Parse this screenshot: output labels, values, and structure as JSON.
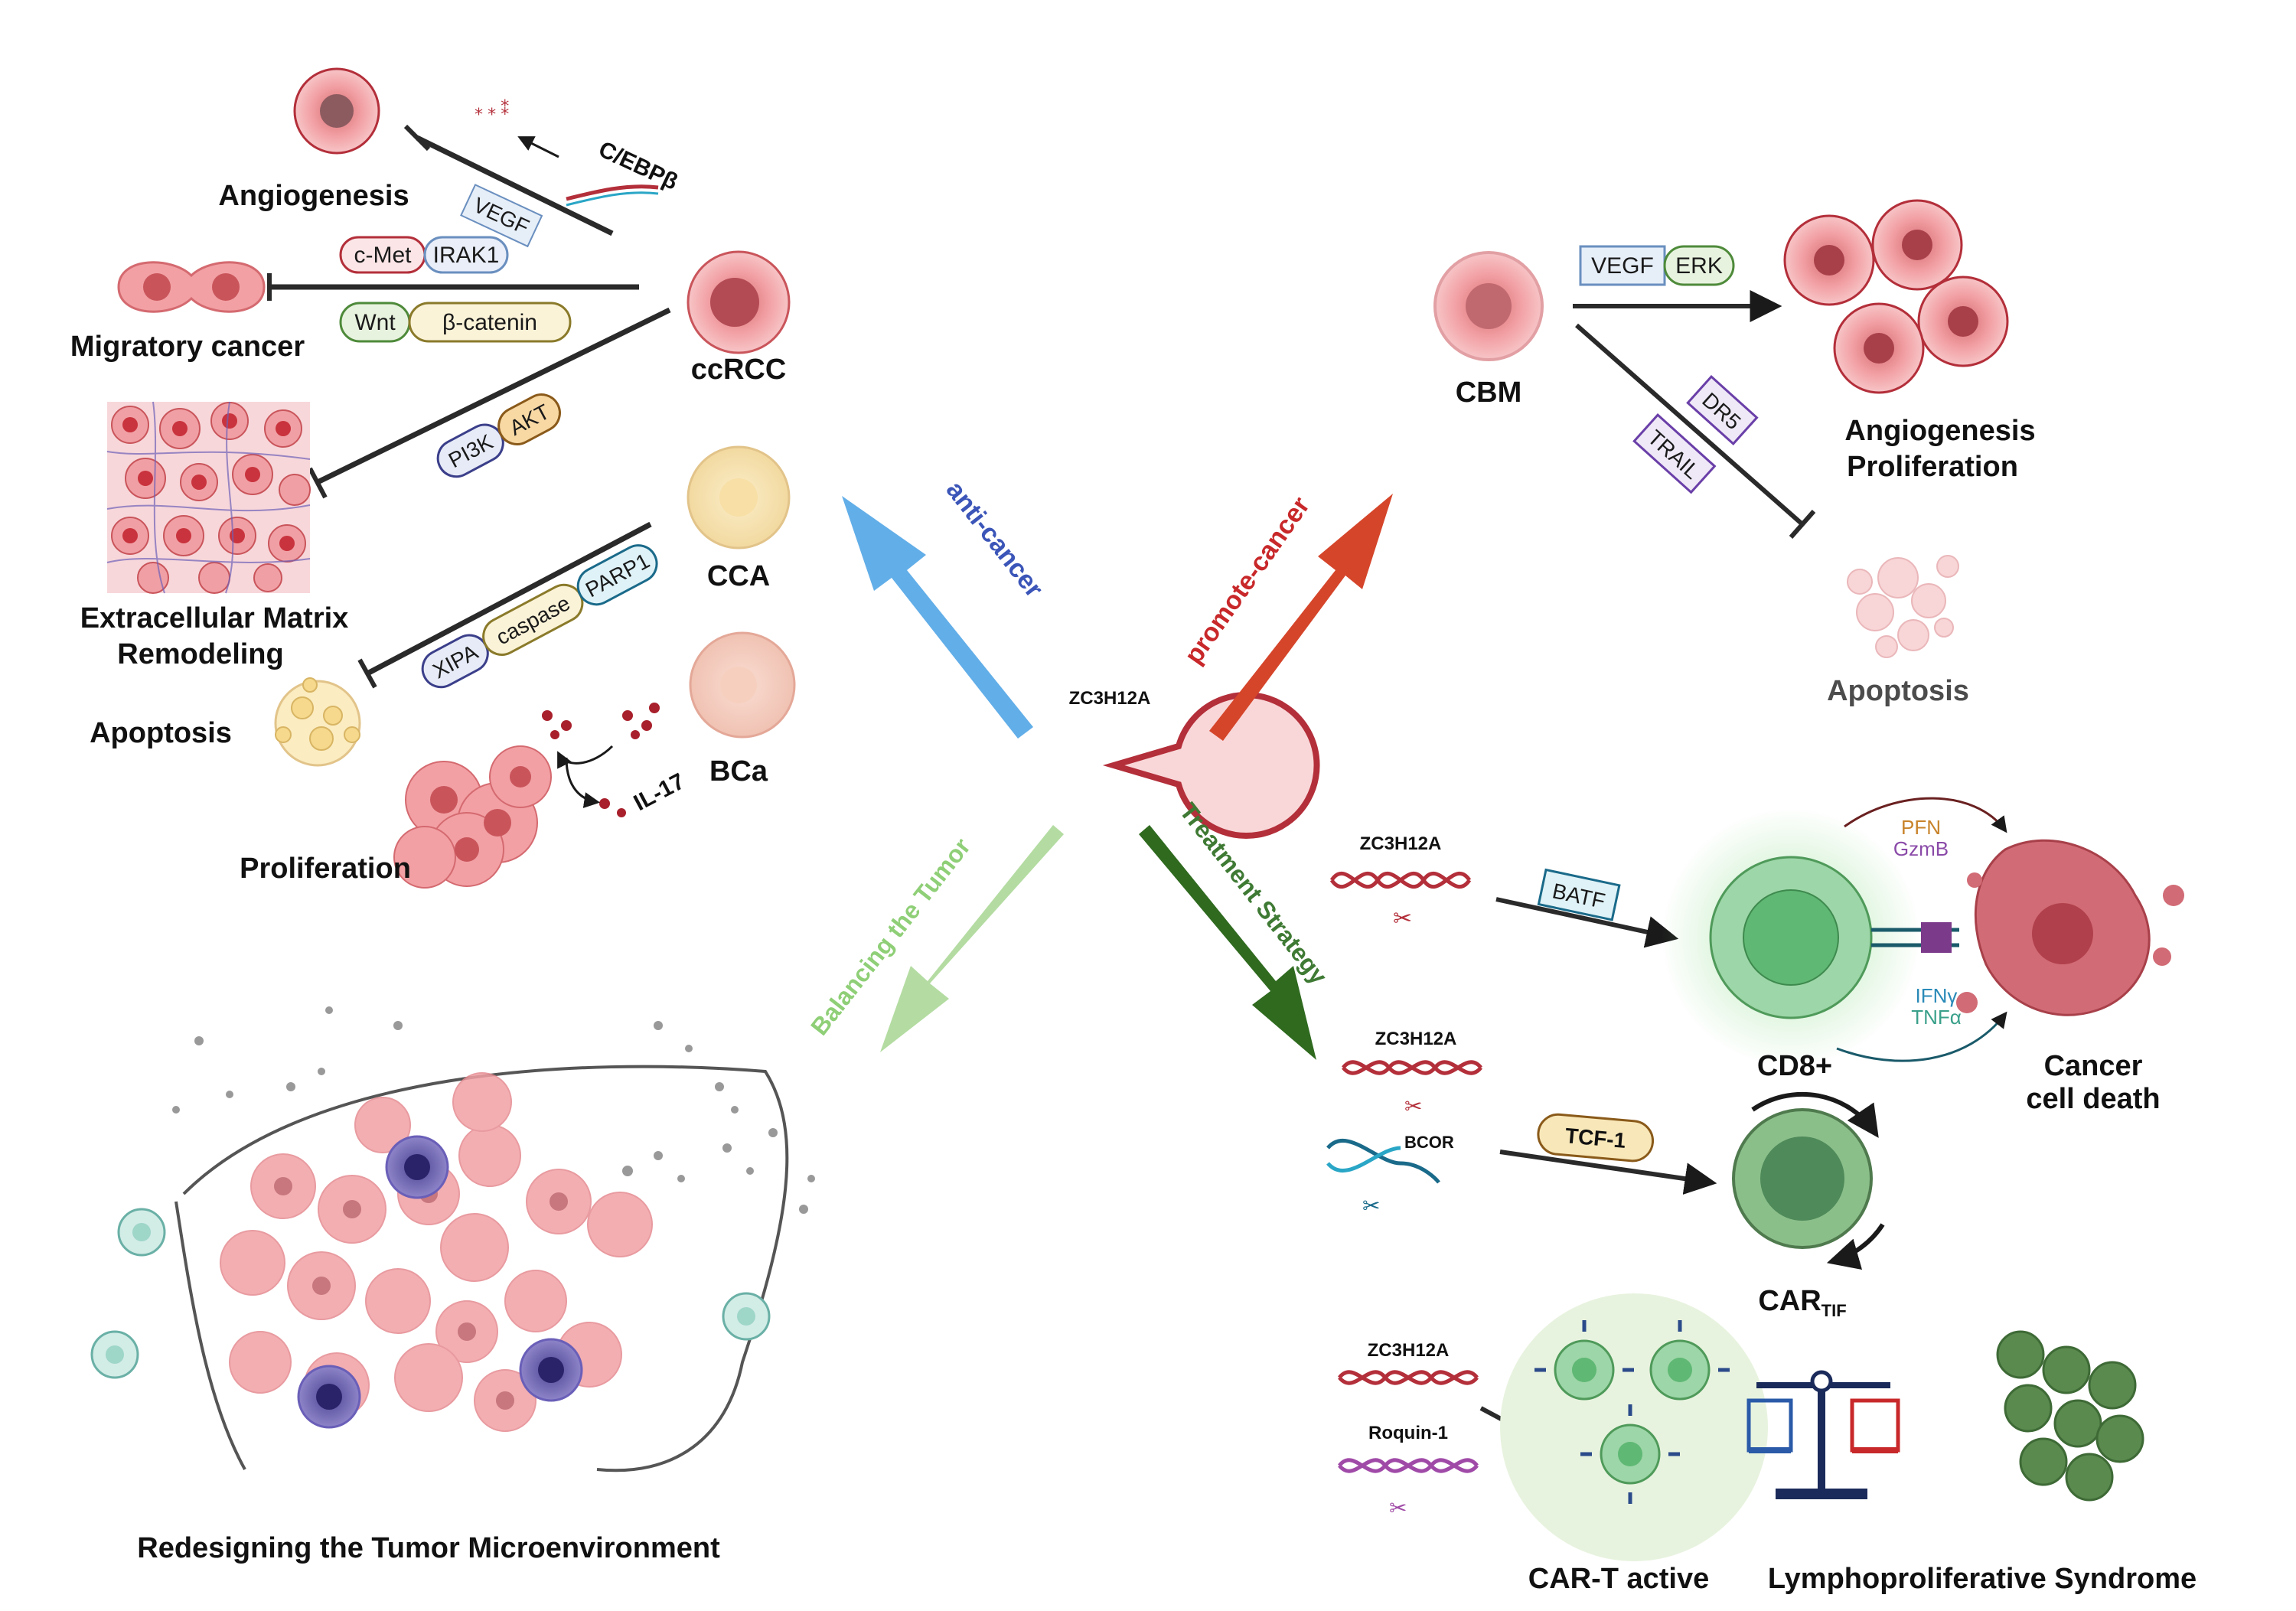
{
  "center": {
    "label": "ZC3H12A"
  },
  "directions": {
    "anti_cancer": "anti-cancer",
    "promote_cancer": "promote-cancer",
    "balancing": "Balancing the Tumor",
    "treatment": "Treatment Strategy"
  },
  "anti": {
    "cells": {
      "ccrcc": "ccRCC",
      "cca": "CCA",
      "bca": "BCa"
    },
    "outcomes": {
      "angiogenesis": "Angiogenesis",
      "migratory": "Migratory cancer",
      "ecm1": "Extracellular Matrix",
      "ecm2": "Remodeling",
      "apoptosis": "Apoptosis",
      "proliferation": "Proliferation"
    },
    "factors": {
      "cebpb": "C/EBPβ",
      "vegf": "VEGF",
      "cmet": "c-Met",
      "irak1": "IRAK1",
      "wnt": "Wnt",
      "bcatenin": "β-catenin",
      "pi3k": "PI3K",
      "akt": "AKT",
      "xipa": "XIPA",
      "caspase": "caspase",
      "parp1": "PARP1",
      "il17": "IL-17"
    }
  },
  "promote": {
    "cell": "CBM",
    "factors": {
      "vegf": "VEGF",
      "erk": "ERK",
      "dr5": "DR5",
      "trail": "TRAIL"
    },
    "outcomes": {
      "angio": "Angiogenesis",
      "prolif": "Proliferation",
      "apoptosis": "Apoptosis"
    }
  },
  "treatment": {
    "row1": {
      "gene": "ZC3H12A",
      "factor": "BATF",
      "cell": "CD8+",
      "pfn": "PFN",
      "gzmb": "GzmB",
      "ifng": "IFNγ",
      "tnfa": "TNFα",
      "death1": "Cancer",
      "death2": "cell death"
    },
    "row2": {
      "gene": "ZC3H12A",
      "gene2": "BCOR",
      "factor": "TCF-1",
      "cell_main": "CAR",
      "cell_sub": "TIF"
    },
    "row3": {
      "gene": "ZC3H12A",
      "gene2": "Roquin-1",
      "active": "CAR-T active",
      "syndrome": "Lymphoproliferative Syndrome"
    }
  },
  "tme": {
    "caption": "Redesigning the Tumor Microenvironment"
  },
  "colors": {
    "anti_arrow": "#62aee8",
    "promote_arrow": "#d5452a",
    "balance_arrow": "#b4dca2",
    "treatment_arrow": "#2f6a1f",
    "anti_text": "#3b55b8",
    "promote_text": "#c8282a",
    "balance_text": "#8fcf77",
    "treatment_text": "#3f7a34"
  }
}
